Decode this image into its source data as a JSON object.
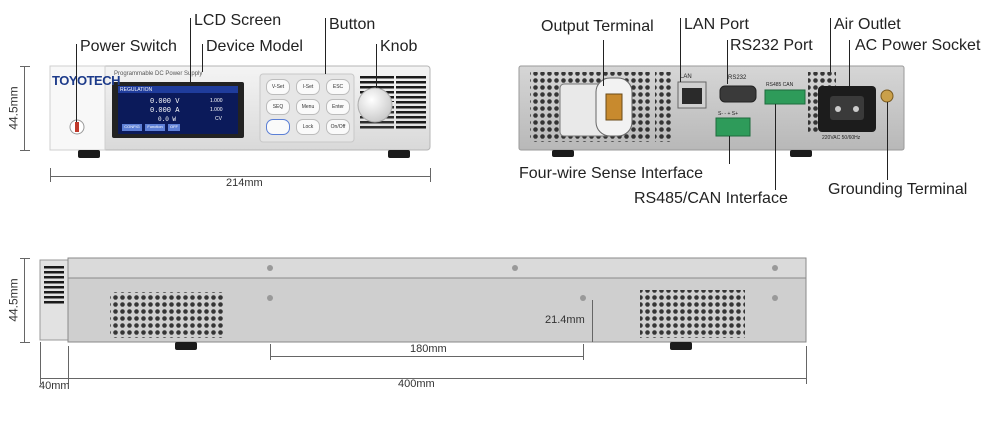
{
  "brand": "TOYOTECH",
  "front": {
    "model_line": "Programmable DC Power Supply",
    "screen_header": "REGULATION",
    "voltage": "0.000 V",
    "current": "0.000 A",
    "power": "0.0 W",
    "screen_set_v": "1.000",
    "screen_set_a": "1.000",
    "screen_mode": "CV",
    "buttons": [
      "V-Set",
      "I-Set",
      "ESC",
      "SEQ",
      "Menu",
      "Enter",
      "",
      "Lock",
      "On/Off"
    ],
    "softkeys": [
      "CONFIG",
      "Function",
      "OFF"
    ]
  },
  "rear": {
    "lan_tag": "LAN",
    "rs232_tag": "RS232",
    "rs485_tag": "RS485 CAN",
    "ac_tag": "220VAC 50/60Hz",
    "sense_marks": "S-  -  +  S+"
  },
  "labels": {
    "power_switch": "Power Switch",
    "lcd_screen": "LCD Screen",
    "device_model": "Device Model",
    "button": "Button",
    "knob": "Knob",
    "output_terminal": "Output Terminal",
    "lan_port": "LAN Port",
    "rs232_port": "RS232 Port",
    "air_outlet": "Air Outlet",
    "ac_power_socket": "AC Power Socket",
    "four_wire": "Four-wire Sense Interface",
    "rs485_can": "RS485/CAN Interface",
    "grounding": "Grounding Terminal"
  },
  "dims": {
    "front_height": "44.5mm",
    "front_width": "214mm",
    "side_height": "44.5mm",
    "side_inner": "21.4mm",
    "side_span": "180mm",
    "side_depth": "400mm",
    "side_front": "40mm"
  }
}
